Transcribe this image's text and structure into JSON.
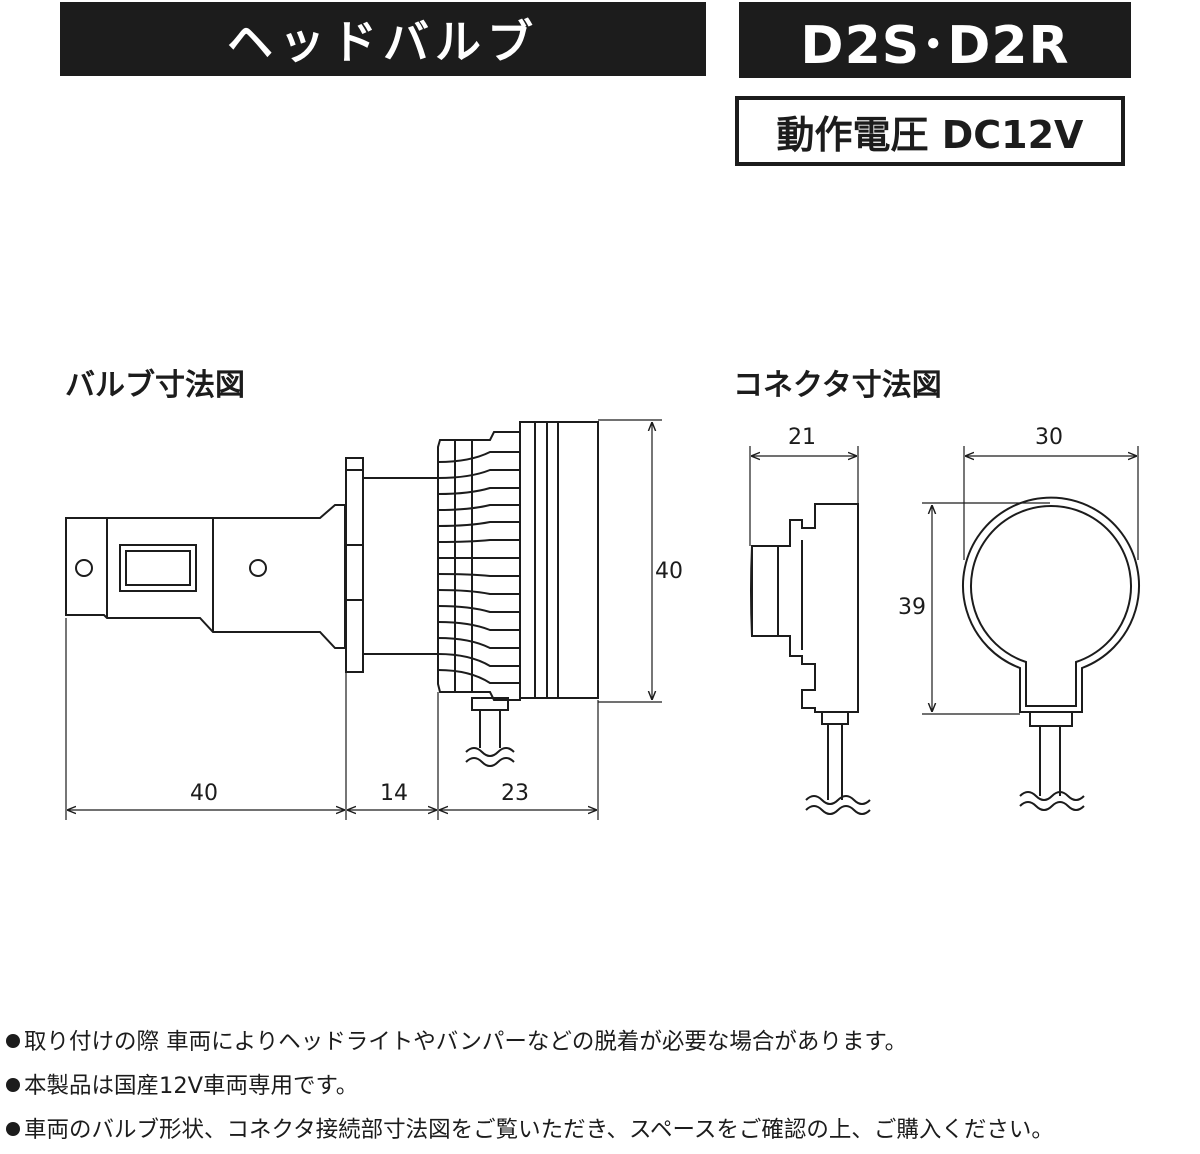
{
  "header": {
    "product_type": "ヘッドバルブ",
    "bulb_model": "D2S･D2R",
    "voltage": "動作電圧 DC12V"
  },
  "sections": {
    "bulb_title": "バルブ寸法図",
    "connector_title": "コネクタ寸法図"
  },
  "dimensions": {
    "bulb_height": "40",
    "bulb_base_length": "40",
    "bulb_flange_length": "14",
    "bulb_body_length": "23",
    "connector_side_width": "21",
    "connector_front_width": "30",
    "connector_front_height": "39"
  },
  "notes": [
    "取り付けの際 車両によりヘッドライトやバンパーなどの脱着が必要な場合があります。",
    "本製品は国産12V車両専用です。",
    "車両のバルブ形状、コネクタ接続部寸法図をご覧いただき、スペースをご確認の上、ご購入ください。"
  ],
  "colors": {
    "ink": "#1c1c1c",
    "background": "#ffffff"
  }
}
